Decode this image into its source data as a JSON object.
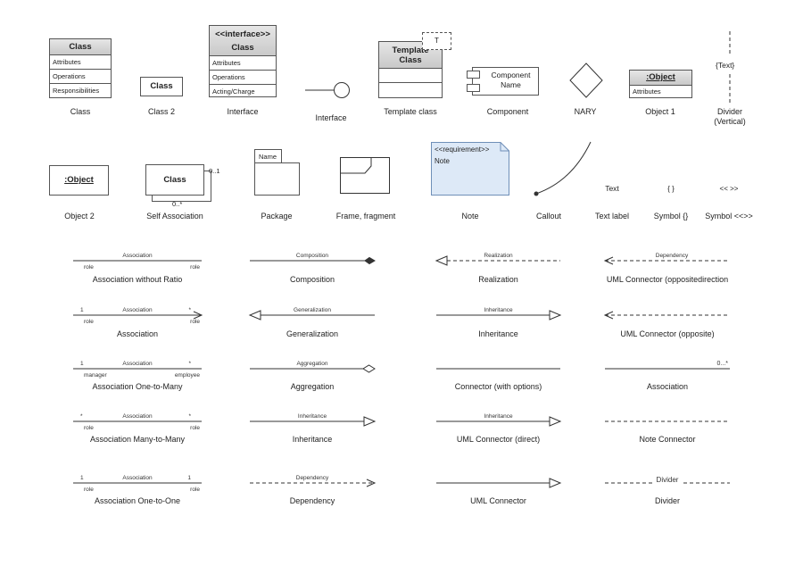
{
  "shapes": {
    "class": {
      "header": "Class",
      "rows": [
        "Attributes",
        "Operations",
        "Responsibilities"
      ],
      "caption": "Class"
    },
    "class2": {
      "header": "Class",
      "caption": "Class 2"
    },
    "interface_class": {
      "stereotype": "<<interface>>",
      "header": "Class",
      "rows": [
        "Attributes",
        "Operations",
        "Acting/Charge"
      ],
      "caption": "Interface"
    },
    "interface_lollipop": {
      "caption": "Interface"
    },
    "template_class": {
      "header": "Template\nClass",
      "param": "T",
      "caption": "Template class"
    },
    "component": {
      "text": "Component\nName",
      "caption": "Component"
    },
    "nary": {
      "caption": "NARY"
    },
    "object1": {
      "header": ":Object",
      "rows": [
        "Attributes"
      ],
      "caption": "Object 1"
    },
    "divider_vertical": {
      "text": "{Text}",
      "caption": "Divider\n(Vertical)"
    },
    "object2": {
      "header": ":Object",
      "caption": "Object 2"
    },
    "self_association": {
      "header": "Class",
      "mult_top": "0..1",
      "mult_bottom": "0..*",
      "caption": "Self Association"
    },
    "package": {
      "tab": "Name",
      "caption": "Package"
    },
    "frame": {
      "caption": "Frame, fragment"
    },
    "note": {
      "stereotype": "<<requirement>>",
      "text": "Note",
      "caption": "Note"
    },
    "callout": {
      "caption": "Callout"
    },
    "text_label": {
      "text": "Text",
      "caption": "Text label"
    },
    "symbol_braces": {
      "text": "{ }",
      "caption": "Symbol {}"
    },
    "symbol_guillemets": {
      "text": "<< >>",
      "caption": "Symbol <<>>"
    }
  },
  "connectors": {
    "col1": [
      {
        "mid": "Association",
        "left_top": "",
        "right_top": "",
        "left_bot": "role",
        "right_bot": "role",
        "caption": "Association without Ratio"
      },
      {
        "mid": "Association",
        "left_top": "1",
        "right_top": "*",
        "left_bot": "role",
        "right_bot": "role",
        "caption": "Association"
      },
      {
        "mid": "Association",
        "left_top": "1",
        "right_top": "*",
        "left_bot": "manager",
        "right_bot": "employee",
        "caption": "Association One-to-Many"
      },
      {
        "mid": "Association",
        "left_top": "*",
        "right_top": "*",
        "left_bot": "role",
        "right_bot": "role",
        "caption": "Association Many-to-Many"
      },
      {
        "mid": "Association",
        "left_top": "1",
        "right_top": "1",
        "left_bot": "role",
        "right_bot": "role",
        "caption": "Association One-to-One"
      }
    ],
    "col2": [
      {
        "mid": "Composition",
        "caption": "Composition"
      },
      {
        "mid": "Generalization",
        "caption": "Generalization"
      },
      {
        "mid": "Aggregation",
        "caption": "Aggregation"
      },
      {
        "mid": "Inheritance",
        "caption": "Inheritance"
      },
      {
        "mid": "Dependency",
        "caption": "Dependency"
      }
    ],
    "col3": [
      {
        "mid": "Realization",
        "caption": "Realization"
      },
      {
        "mid": "Inheritance",
        "caption": "Inheritance"
      },
      {
        "mid": "",
        "caption": "Connector (with options)"
      },
      {
        "mid": "Inheritance",
        "caption": "UML Connector (direct)"
      },
      {
        "mid": "",
        "caption": "UML Connector"
      }
    ],
    "col4": [
      {
        "mid": "Dependency",
        "caption": "UML Connector (oppositedirection"
      },
      {
        "mid": "",
        "caption": "UML Connector (opposite)"
      },
      {
        "mid": "0...*",
        "caption": "Association"
      },
      {
        "mid": "",
        "caption": "Note Connector"
      },
      {
        "mid": "Divider",
        "caption": "Divider"
      }
    ]
  },
  "colors": {
    "line": "#333333",
    "note_fill": "#dde9f7",
    "note_stroke": "#6f8fb8",
    "header_fill": "#d4d4d4"
  }
}
